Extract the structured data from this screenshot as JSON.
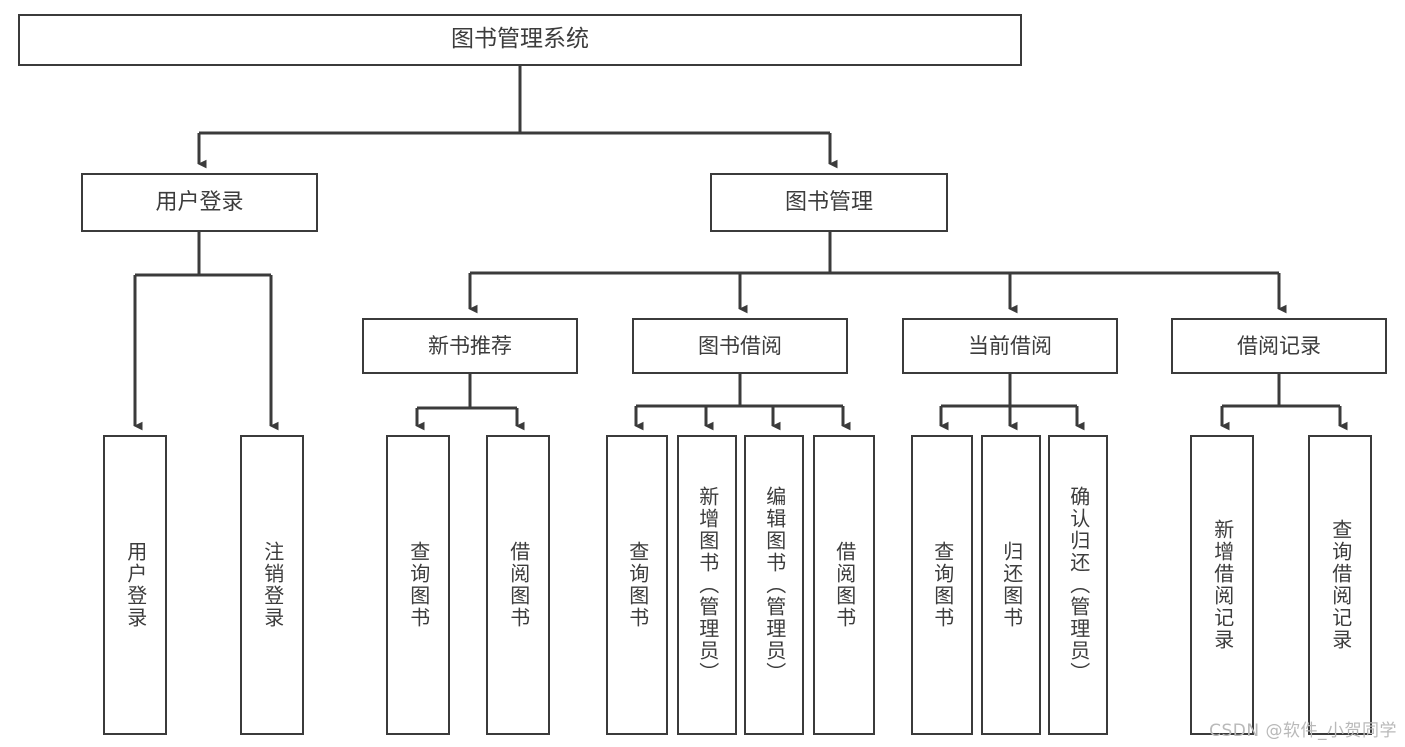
{
  "diagram": {
    "title": "图书管理系统",
    "type": "tree",
    "root": {
      "label": "图书管理系统"
    },
    "level2": [
      {
        "label": "用户登录"
      },
      {
        "label": "图书管理"
      }
    ],
    "level3": [
      {
        "label": "新书推荐"
      },
      {
        "label": "图书借阅"
      },
      {
        "label": "当前借阅"
      },
      {
        "label": "借阅记录"
      }
    ],
    "leaves": {
      "user_login": [
        {
          "label": "用户登录"
        },
        {
          "label": "注销登录"
        }
      ],
      "new_book_recommend": [
        {
          "label": "查询图书"
        },
        {
          "label": "借阅图书"
        }
      ],
      "book_borrow": [
        {
          "label": "查询图书"
        },
        {
          "label": "新增图书（管理员）"
        },
        {
          "label": "编辑图书（管理员）"
        },
        {
          "label": "借阅图书"
        }
      ],
      "current_borrow": [
        {
          "label": "查询图书"
        },
        {
          "label": "归还图书"
        },
        {
          "label": "确认归还（管理员）"
        }
      ],
      "borrow_record": [
        {
          "label": "新增借阅记录"
        },
        {
          "label": "查询借阅记录"
        }
      ]
    }
  },
  "watermark": {
    "text": "CSDN @软件_小贺同学"
  },
  "colors": {
    "stroke": "#3b3b3b",
    "text": "#3c3c3c",
    "background": "#ffffff",
    "watermark": "#b9b9b9"
  }
}
